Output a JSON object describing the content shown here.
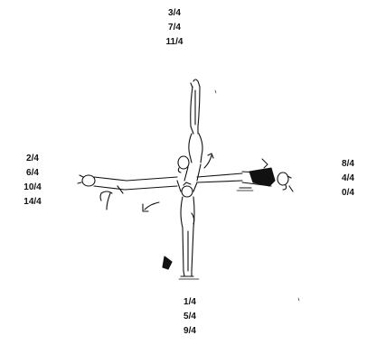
{
  "positions": {
    "top": [
      "3/4",
      "7/4",
      "11/4"
    ],
    "left": [
      "2/4",
      "6/4",
      "10/4",
      "14/4"
    ],
    "right": [
      "8/4",
      "4/4",
      "0/4"
    ],
    "bottom": [
      "1/4",
      "5/4",
      "9/4"
    ]
  },
  "colors": {
    "ink": "#111111",
    "background": "#ffffff"
  }
}
